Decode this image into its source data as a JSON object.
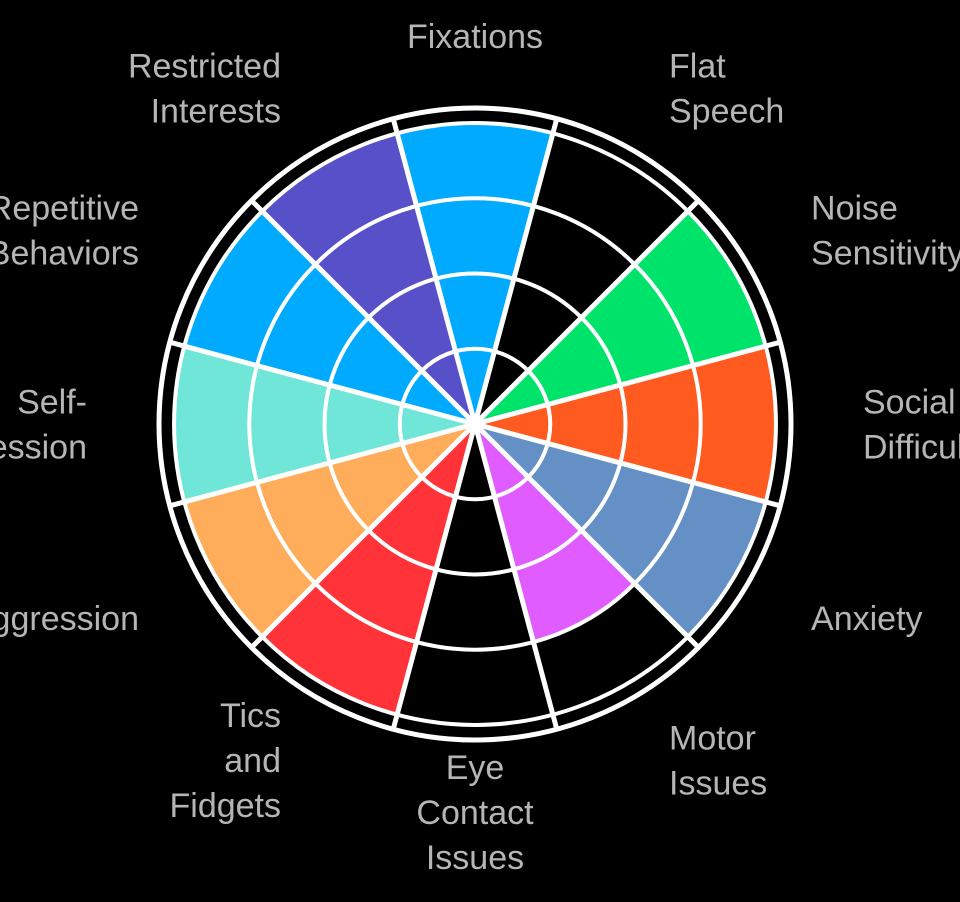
{
  "chart_data": {
    "type": "polar-area",
    "title": "",
    "categories": [
      "Fixations",
      "Flat Speech",
      "Noise Sensitivity",
      "Social Difficulty",
      "Anxiety",
      "Motor Issues",
      "Eye Contact Issues",
      "Tics and Fidgets",
      "Aggression",
      "Self-Aggression",
      "Repetitive Behaviors",
      "Restricted Interests"
    ],
    "label_lines": [
      [
        "Fixations"
      ],
      [
        "Flat",
        "Speech"
      ],
      [
        "Noise",
        "Sensitivity"
      ],
      [
        "Social",
        "Difficulty"
      ],
      [
        "Anxiety"
      ],
      [
        "Motor",
        "Issues"
      ],
      [
        "Eye",
        "Contact",
        "Issues"
      ],
      [
        "Tics",
        "and",
        "Fidgets"
      ],
      [
        "Aggression"
      ],
      [
        "Self-",
        "Aggression"
      ],
      [
        "Repetitive",
        "Behaviors"
      ],
      [
        "Restricted",
        "Interests"
      ]
    ],
    "values": [
      4,
      0,
      4,
      4,
      4,
      3,
      0,
      4,
      4,
      4,
      4,
      4
    ],
    "rlim": [
      0,
      4.2
    ],
    "ring_ticks": [
      1,
      2,
      3,
      4
    ],
    "grid": true,
    "colors": [
      "#00aaff",
      "#5750c8",
      "#00e36a",
      "#ff5a1f",
      "#6490c5",
      "#e05cff",
      "#000000",
      "#ff3338",
      "#ffad5b",
      "#6fe6d8",
      "#00aaff",
      "#5750c8"
    ],
    "background": "#000000",
    "grid_color": "#ffffff",
    "label_color": "#b5b5b5"
  }
}
